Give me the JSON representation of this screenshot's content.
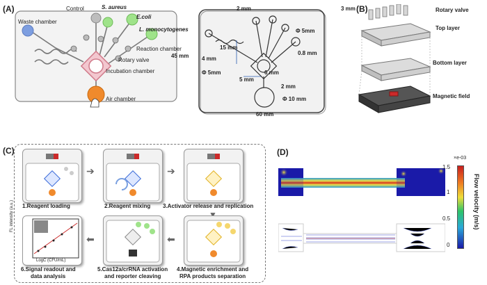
{
  "panels": {
    "a": "(A)",
    "b": "(B)",
    "c": "(C)",
    "d": "(D)"
  },
  "panel_a": {
    "labels": {
      "control": "Control",
      "s_aureus": "S. aureus",
      "e_coli": "E.coli",
      "l_mono": "L. monocytogenes",
      "waste": "Waste chamber",
      "reaction": "Reaction chamber",
      "rotary": "Rotary valve",
      "incubation": "Incubation chamber",
      "air": "Air chamber"
    },
    "dims": {
      "d2mm_top": "2 mm",
      "d3mm": "3 mm",
      "phi5mm_top": "Φ 5mm",
      "d45mm": "45 mm",
      "d15mm": "15 mm",
      "d4mm": "4 mm",
      "d08mm": "0.8 mm",
      "phi5mm_left": "Φ 5mm",
      "d6mm": "6 mm",
      "d5mm": "5 mm",
      "d2mm_bottom": "2 mm",
      "phi10mm": "Φ 10 mm",
      "d60mm": "60 mm"
    }
  },
  "panel_b": {
    "rotary_valve": "Rotary valve",
    "top_layer": "Top layer",
    "bottom_layer": "Bottom layer",
    "magnetic_field": "Magnetic field"
  },
  "panel_c": {
    "steps": [
      "1.Reagent loading",
      "2.Reagent mixing",
      "3.Activator release and replication",
      "4.Magnetic enrichment and RPA products separation",
      "5.Cas12a/crRNA activation and reporter cleaving",
      "6.Signal readout and data analysis"
    ],
    "step4_line1": "4.Magnetic enrichment and",
    "step4_line2": "RPA products separation",
    "step5_line1": "5.Cas12a/crRNA activation",
    "step5_line2": "and reporter cleaving",
    "step6_line1": "6.Signal readout and",
    "step6_line2": "data analysis",
    "plot_ylabel": "FL intensity (a.u.)",
    "plot_xlabel": "LogC (CFU/mL)"
  },
  "panel_d": {
    "colorbar_label": "Flow velocity (m/s)",
    "colorbar_exp": "×e-03",
    "ticks": [
      "1.5",
      "1",
      "0.5",
      "0"
    ],
    "colors": {
      "low": "#1a1aa8",
      "mid": "#2ec46a",
      "high": "#c81e1e"
    }
  }
}
